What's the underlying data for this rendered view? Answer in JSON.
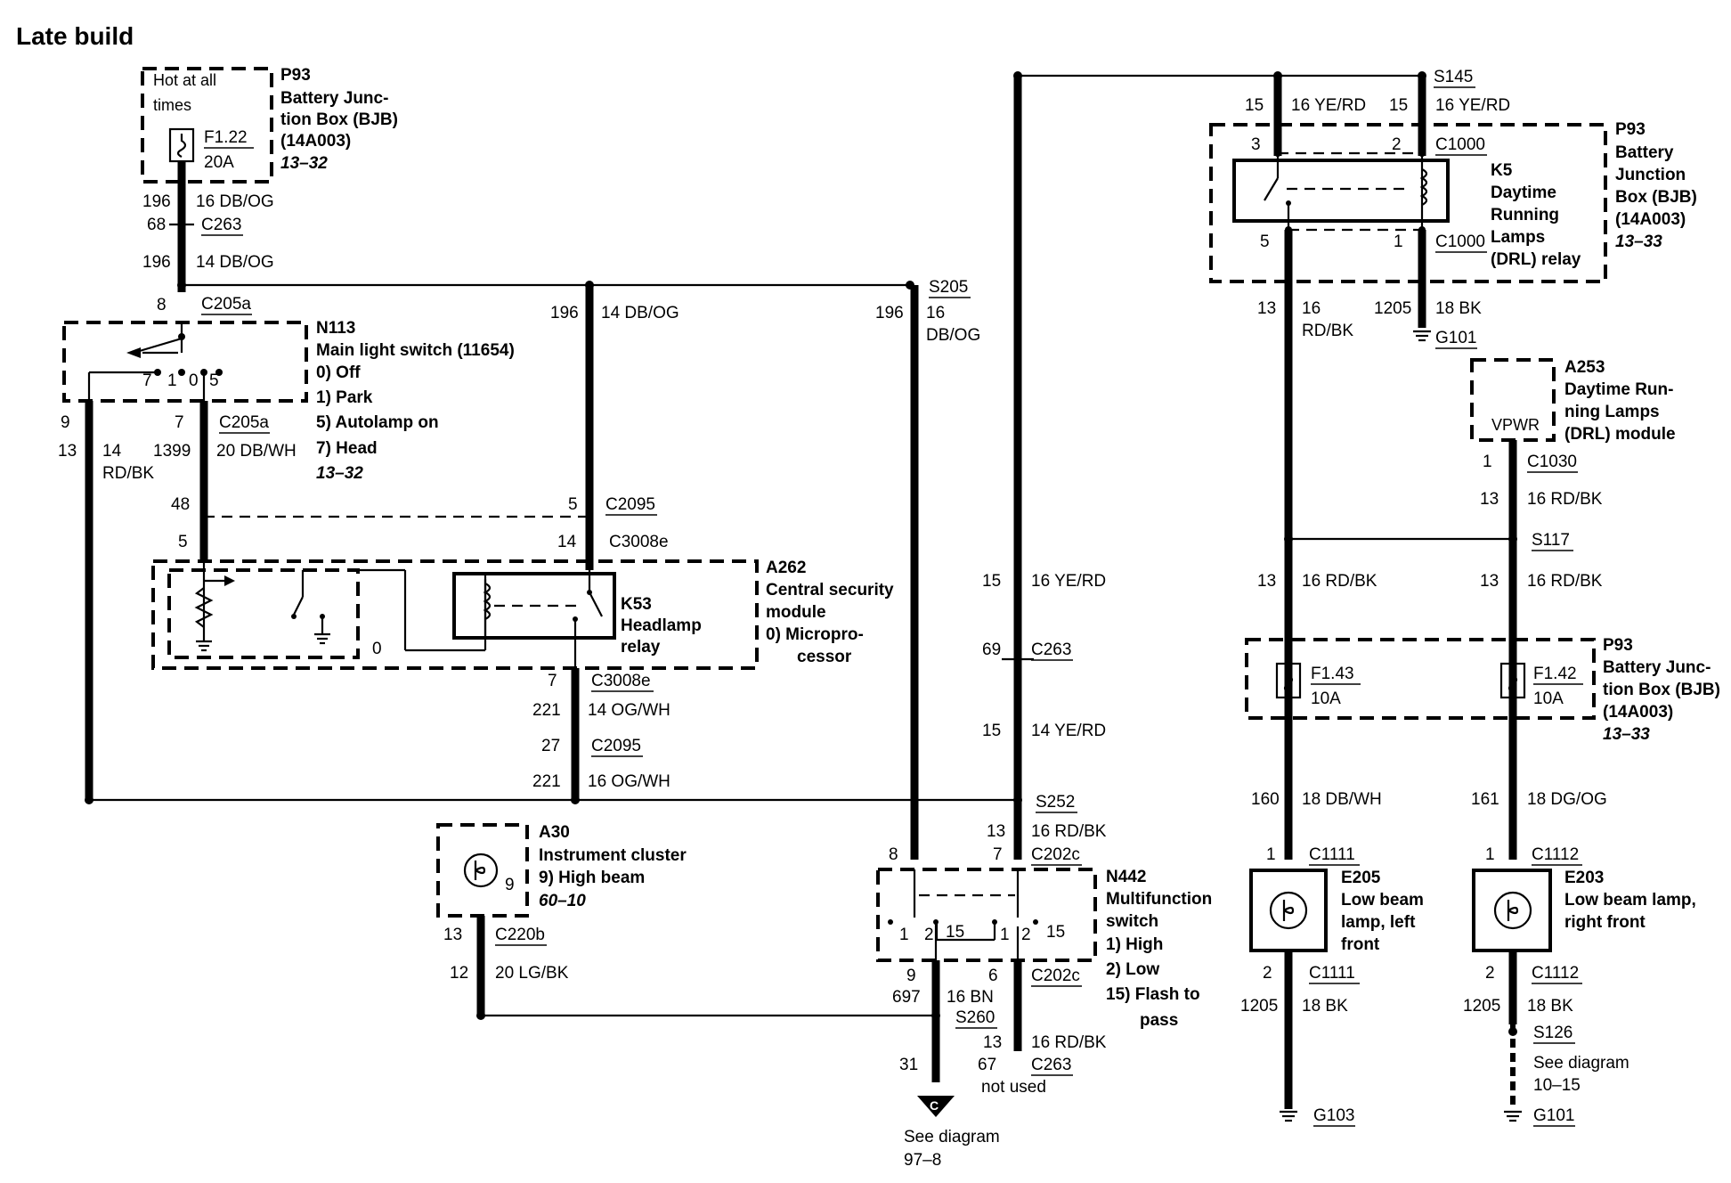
{
  "title": "Late build",
  "bjb_top": {
    "hot_line1": "Hot at all",
    "hot_line2": "times",
    "fuse": "F1.22",
    "amps": "20A",
    "id": "P93",
    "name1": "Battery Junc-",
    "name2": "tion Box (BJB)",
    "part": "(14A003)",
    "ref": "13–32"
  },
  "wires_left": {
    "c196a": "196",
    "w196a": "16 DB/OG",
    "c68": "68",
    "c263a": "C263",
    "c196b": "196",
    "w196b": "14 DB/OG",
    "c8": "8",
    "c205a_top": "C205a",
    "c196c": "196",
    "w196c": "14 DB/OG",
    "s205": "S205",
    "c196d": "196",
    "w196d_1": "16",
    "w196d_2": "DB/OG"
  },
  "n113": {
    "id": "N113",
    "name": "Main light switch (11654)",
    "opt0": "0)   Off",
    "opt1": "1)   Park",
    "opt5": "5)   Autolamp on",
    "opt7": "7)   Head",
    "ref": "13–32",
    "p7": "7",
    "p1": "1",
    "p0": "0",
    "p5": "5",
    "pin9": "9",
    "pin7": "7",
    "c205a": "C205a",
    "c13": "13",
    "w14a": "14",
    "w14b": "RD/BK",
    "c1399": "1399",
    "w1399": "20 DB/WH"
  },
  "a262": {
    "c48": "48",
    "c5a": "5",
    "c2095a": "C2095",
    "c5b": "5",
    "c14": "14",
    "c3008a": "C3008e",
    "id": "A262",
    "name1": "Central security",
    "name2": "module",
    "opt0": "0)    Micropro-",
    "opt0b": "cessor",
    "zero": "0",
    "k53": "K53",
    "k53_1": "Headlamp",
    "k53_2": "relay",
    "c7": "7",
    "c3008b": "C3008e",
    "c221a": "221",
    "w221a": "14 OG/WH",
    "c27": "27",
    "c2095b": "C2095",
    "c221b": "221",
    "w221b": "16 OG/WH"
  },
  "a30": {
    "id": "A30",
    "name": "Instrument cluster",
    "opt9": "9)   High beam",
    "ref": "60–10",
    "pin9": "9",
    "c13": "13",
    "c220b": "C220b",
    "c12": "12",
    "w12": "20 LG/BK"
  },
  "center": {
    "c15a": "15",
    "w15a": "16 YE/RD",
    "c69": "69",
    "c263": "C263",
    "c15b": "15",
    "w15b": "14 YE/RD",
    "s252": "S252",
    "c13": "13",
    "w13": "16 RD/BK",
    "c8": "8",
    "c7": "7",
    "c202c_top": "C202c"
  },
  "n442": {
    "id": "N442",
    "name1": "Multifunction",
    "name2": "switch",
    "opt1": "1)   High",
    "opt2": "2)   Low",
    "opt15": "15)  Flash to",
    "opt15b": "pass",
    "p1a": "1",
    "p2a": "2",
    "p15a": "15",
    "p1b": "1",
    "p2b": "2",
    "p15b": "15",
    "c9": "9",
    "c6": "6",
    "c202c": "C202c",
    "c697": "697",
    "w697": "16 BN",
    "s260": "S260",
    "c13b": "13",
    "w13b": "16 RD/BK",
    "c31": "31",
    "c67": "67",
    "c263b": "C263",
    "not_used": "not used",
    "conn": "C",
    "see1": "See diagram",
    "see2": "97–8"
  },
  "drl_relay": {
    "s145": "S145",
    "c15a": "15",
    "w15a": "16 YE/RD",
    "c15b": "15",
    "w15b": "16 YE/RD",
    "p3": "3",
    "p2": "2",
    "c1000a": "C1000",
    "k5": "K5",
    "k5_1": "Daytime",
    "k5_2": "Running",
    "k5_3": "Lamps",
    "k5_4": "(DRL) relay",
    "p5": "5",
    "p1": "1",
    "c1000b": "C1000",
    "bjb_id": "P93",
    "bjb1": "Battery",
    "bjb2": "Junction",
    "bjb3": "Box (BJB)",
    "bjb4": "(14A003)",
    "bjb_ref": "13–33",
    "c13": "13",
    "w16": "16",
    "w16b": "RD/BK",
    "c1205": "1205",
    "w18bk": "18 BK",
    "g101": "G101"
  },
  "a253": {
    "id": "A253",
    "name1": "Daytime Run-",
    "name2": "ning Lamps",
    "name3": "(DRL) module",
    "vpwr": "VPWR",
    "c1": "1",
    "c1030": "C1030",
    "c13": "13",
    "w13": "16 RD/BK",
    "s117": "S117",
    "c13l": "13",
    "w13l": "16 RD/BK",
    "c13r": "13",
    "w13r": "16 RD/BK"
  },
  "bjb_bottom": {
    "f143": "F1.43",
    "a143": "10A",
    "f142": "F1.42",
    "a142": "10A",
    "id": "P93",
    "name1": "Battery Junc-",
    "name2": "tion Box (BJB)",
    "part": "(14A003)",
    "ref": "13–33",
    "c160": "160",
    "w160": "18 DB/WH",
    "c161": "161",
    "w161": "18 DG/OG"
  },
  "lamps": {
    "l_c1": "1",
    "l_c1111a": "C1111",
    "l_id": "E205",
    "l_n1": "Low beam",
    "l_n2": "lamp, left",
    "l_n3": "front",
    "l_c2": "2",
    "l_c1111b": "C1111",
    "l_c1205": "1205",
    "l_w": "18 BK",
    "l_g": "G103",
    "r_c1": "1",
    "r_c1112a": "C1112",
    "r_id": "E203",
    "r_n1": "Low beam lamp,",
    "r_n2": "right front",
    "r_c2": "2",
    "r_c1112b": "C1112",
    "r_c1205": "1205",
    "r_w": "18 BK",
    "s126": "S126",
    "see1": "See diagram",
    "see2": "10–15",
    "r_g": "G101"
  }
}
